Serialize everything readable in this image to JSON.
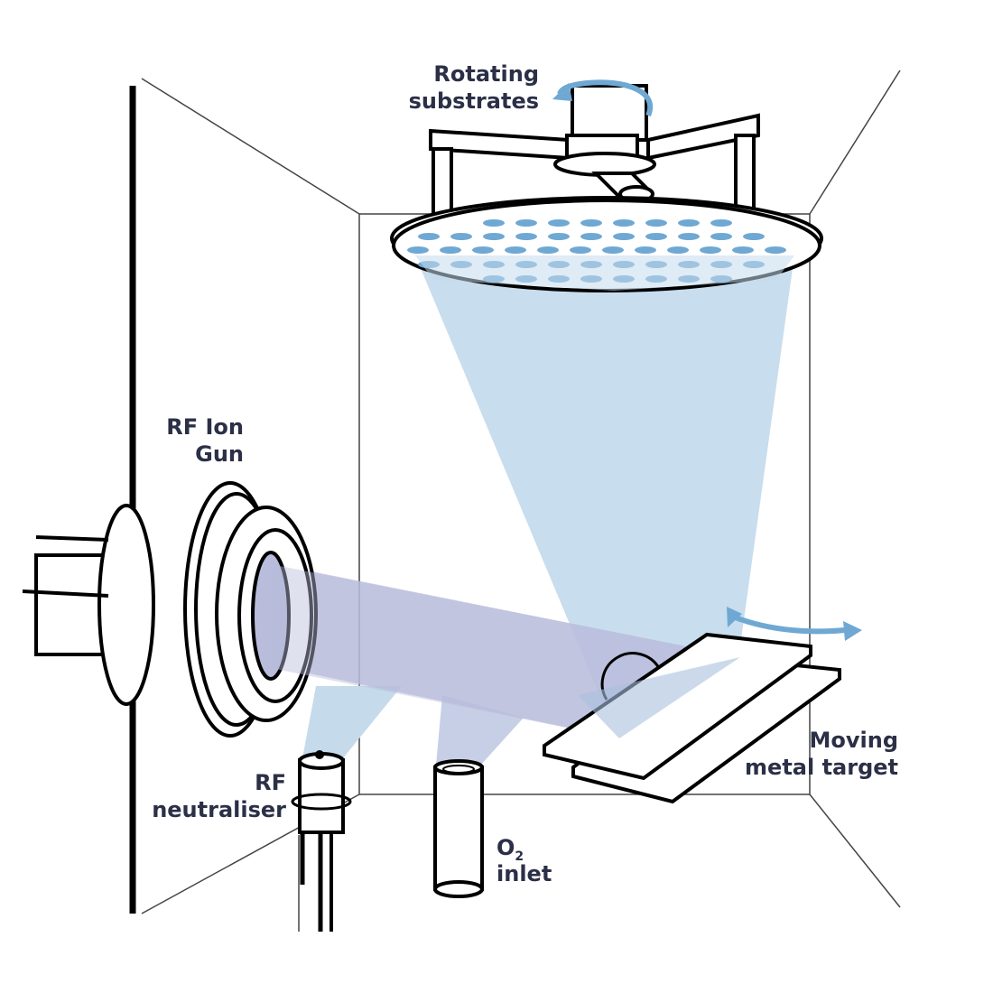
{
  "labels": {
    "rotating_1": "Rotating",
    "rotating_2": "substrates",
    "ion_gun_1": "RF Ion",
    "ion_gun_2": "Gun",
    "neutraliser_1": "RF",
    "neutraliser_2": "neutraliser",
    "o2_main": "O",
    "o2_sub": "2",
    "o2_2": "inlet",
    "target_1": "Moving",
    "target_2": "metal target"
  },
  "colors": {
    "deposition_cone": "#c5dbec",
    "ion_beam": "#c7c9e1",
    "arrows": "#6fa8d3",
    "text": "#2b3047"
  }
}
